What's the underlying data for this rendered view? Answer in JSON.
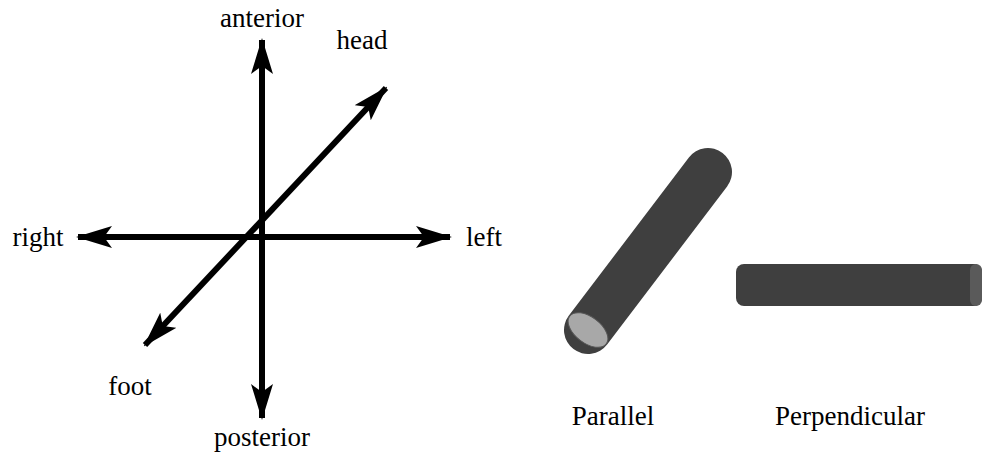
{
  "diagram": {
    "labels": [
      "anterior",
      "head",
      "right",
      "left",
      "foot",
      "posterior",
      "Parallel",
      "Perpendicular"
    ]
  }
}
